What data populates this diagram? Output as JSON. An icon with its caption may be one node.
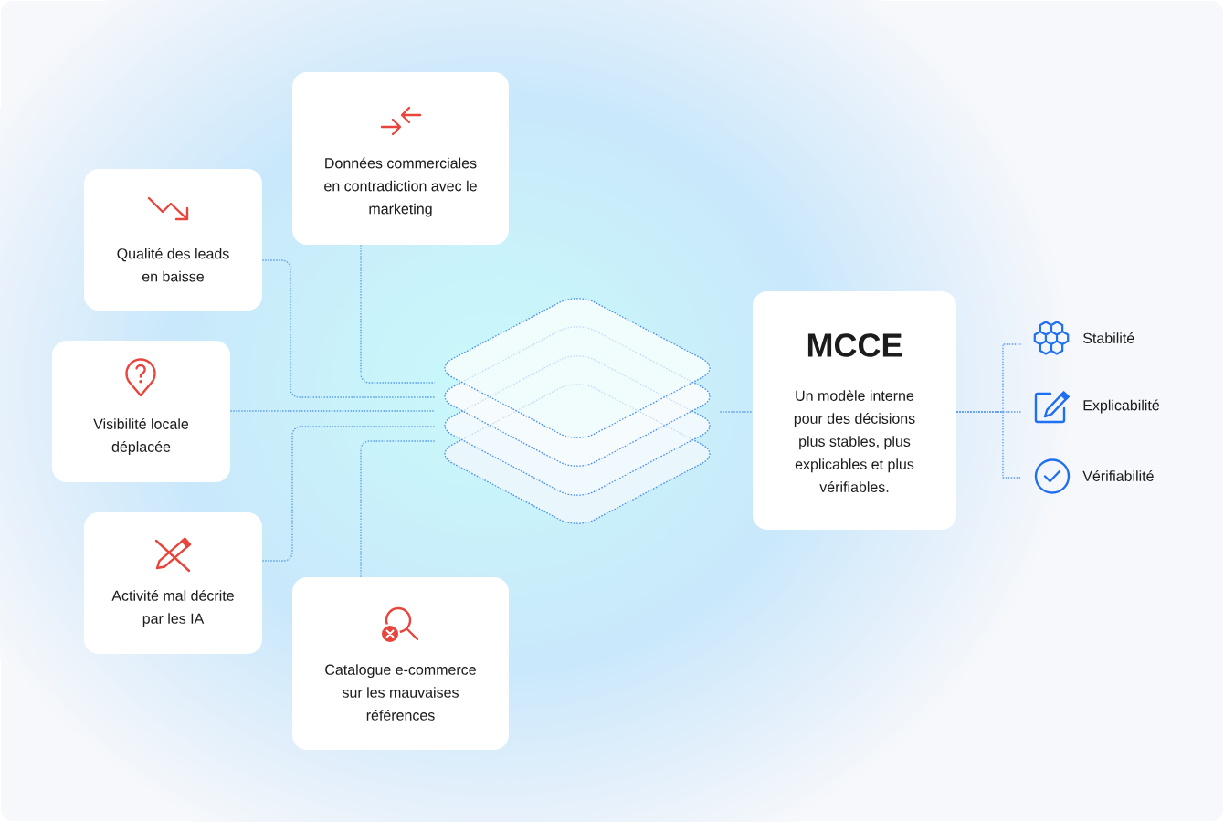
{
  "diagram": {
    "nodes": [
      {
        "text": [
          "Données commerciales en contradiction avec le marketing"
        ]
      },
      {
        "text": [
          "Qualité des leads en baisse"
        ]
      },
      {
        "text": [
          "Visibilité locale déplacée"
        ]
      },
      {
        "text": [
          "Activité mal décrite par les IA"
        ]
      },
      {
        "text": [
          "Catalogue e-commerce sur les mauvaises références"
        ]
      },
      {
        "text": [],
        "shape": "diamond"
      },
      {
        "text": [
          "MCCE",
          "Un modèle interne pour des décisions plus stables, plus explicables et plus vérifiables."
        ]
      },
      {
        "text": [
          "Stabilité"
        ]
      },
      {
        "text": [
          "Explicabilité"
        ]
      },
      {
        "text": [
          "Vérifiabilité"
        ]
      }
    ],
    "edges": [
      {
        "from": 0,
        "to": 5,
        "arrow": "none"
      },
      {
        "from": 1,
        "to": 5,
        "arrow": "none"
      },
      {
        "from": 2,
        "to": 5,
        "arrow": "none"
      },
      {
        "from": 3,
        "to": 5,
        "arrow": "none"
      },
      {
        "from": 4,
        "to": 5,
        "arrow": "none"
      },
      {
        "from": 5,
        "to": 6,
        "arrow": "none"
      },
      {
        "from": 6,
        "to": 7,
        "arrow": "none"
      },
      {
        "from": 6,
        "to": 8,
        "arrow": "none"
      },
      {
        "from": 6,
        "to": 9,
        "arrow": "none"
      }
    ]
  }
}
